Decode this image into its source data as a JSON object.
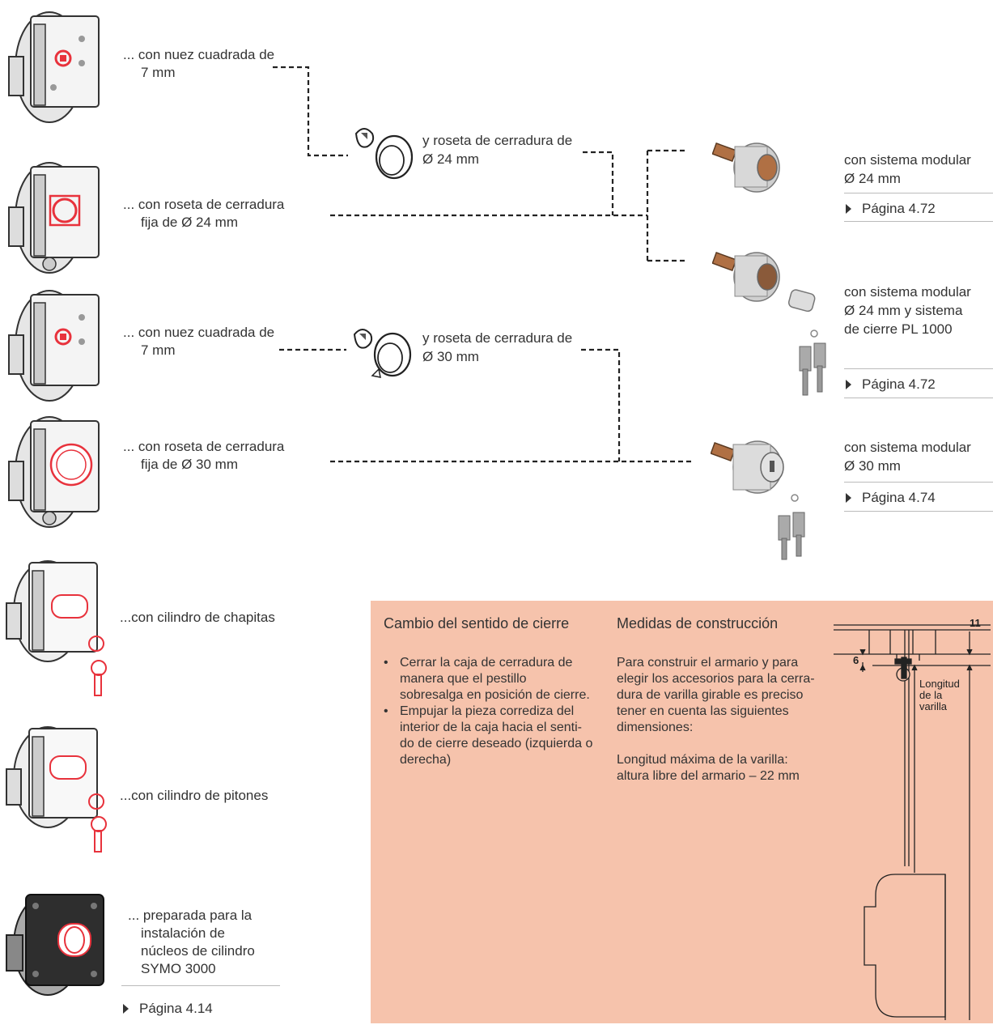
{
  "locks": [
    {
      "label": [
        "... con nuez cuadrada de",
        "7 mm"
      ]
    },
    {
      "label": [
        "... con roseta de cerradura",
        "fija de Ø 24 mm"
      ]
    },
    {
      "label": [
        "... con nuez cuadrada de",
        "7 mm"
      ]
    },
    {
      "label": [
        "... con roseta de cerradura",
        "fija de Ø 30 mm"
      ]
    },
    {
      "label": [
        "...con cilindro de chapitas"
      ]
    },
    {
      "label": [
        "...con cilindro de pitones"
      ]
    },
    {
      "label": [
        "... preparada para la",
        "instalación de",
        "núcleos de cilindro",
        "SYMO 3000"
      ],
      "page_ref": "Página 4.14"
    }
  ],
  "rosettes": [
    {
      "label": [
        "y roseta de cerradura de",
        "Ø 24 mm"
      ]
    },
    {
      "label": [
        "y roseta de cerradura de",
        "Ø 30 mm"
      ]
    }
  ],
  "products": [
    {
      "label": [
        "con sistema modular",
        "Ø 24 mm"
      ],
      "page_ref": "Página 4.72"
    },
    {
      "label": [
        "con sistema modular",
        "Ø 24 mm y sistema",
        "de cierre PL 1000"
      ],
      "page_ref": "Página 4.72"
    },
    {
      "label": [
        "con sistema modular",
        "Ø 30 mm"
      ],
      "page_ref": "Página 4.74"
    }
  ],
  "info_box": {
    "left": {
      "heading": "Cambio del sentido de cierre",
      "bullets": [
        [
          "Cerrar la caja de cerradura de",
          "manera que el pestillo",
          "sobresalga en posición de cierre."
        ],
        [
          "Empujar la pieza corrediza del",
          "interior de la caja hacia el senti-",
          "do de cierre deseado (izquierda o",
          "derecha)"
        ]
      ]
    },
    "middle": {
      "heading": "Medidas de construcción",
      "para1": [
        "Para construir el armario y para",
        "elegir los accesorios para la cerra-",
        "dura de varilla girable es preciso",
        "tener en cuenta las siguientes",
        "dimensiones:"
      ],
      "para2": [
        "Longitud máxima de la varilla:",
        "altura libre del armario – 22 mm"
      ]
    },
    "diagram": {
      "dim_top": "11",
      "dim_left": "6",
      "rod_label": [
        "Longitud",
        "de la",
        "varilla"
      ]
    }
  },
  "colors": {
    "accent_red": "#e8323c",
    "box_bg": "#f6c3ac",
    "text": "#333333"
  }
}
